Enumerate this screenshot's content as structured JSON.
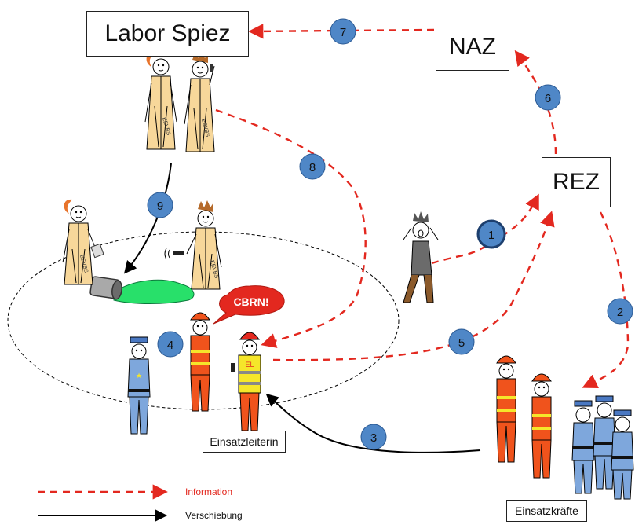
{
  "nodes": {
    "labor_spiez": "Labor Spiez",
    "naz": "NAZ",
    "rez": "REZ",
    "einsatzleiterin": "Einsatzleiterin",
    "einsatzkraefte": "Einsatzkräfte"
  },
  "steps": [
    "1",
    "2",
    "3",
    "4",
    "5",
    "6",
    "7",
    "8",
    "9"
  ],
  "callout": "CBRN!",
  "suit_label": "EEVBS",
  "vest_label": "EL",
  "legend": {
    "information": "Information",
    "verschiebung": "Verschiebung"
  },
  "colors": {
    "information": "#e3281f",
    "verschiebung": "#000000",
    "step_circle": "#4f87c7",
    "suit": "#f7d79a",
    "firefighter": "#f0531c",
    "police": "#7ea7dc",
    "spill": "#28e06a",
    "callout": "#e3281f"
  }
}
